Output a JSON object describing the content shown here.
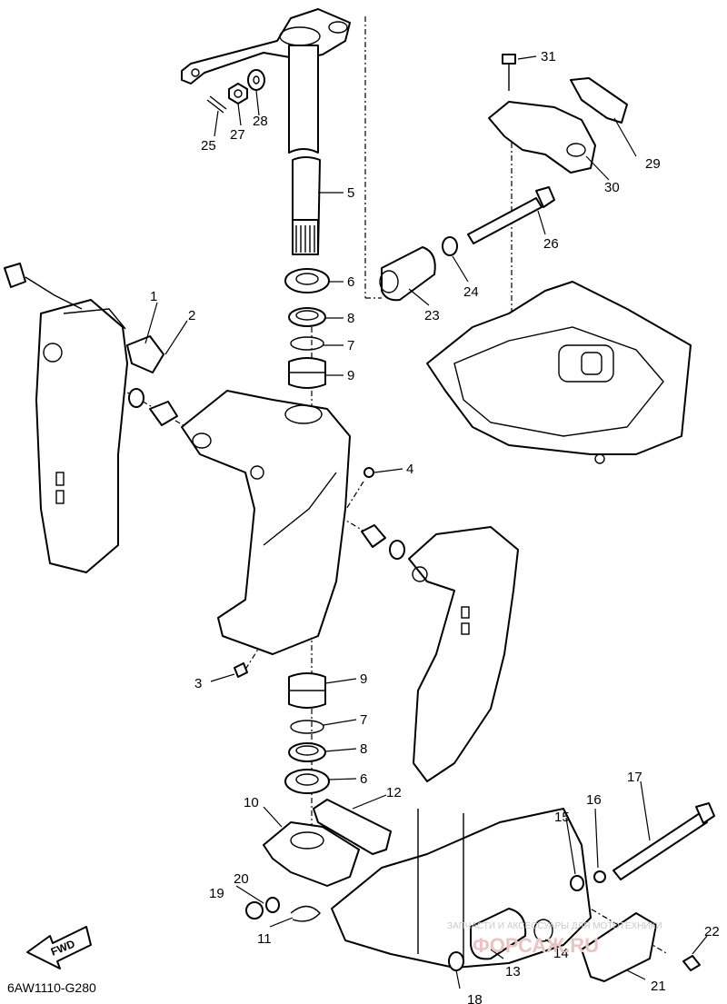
{
  "diagram_code": "6AW1110-G280",
  "fwd_label": "FWD",
  "watermark_top": "ЗАПЧАСТИ И АКСЕССУАРЫ ДЛЯ МОТОТЕХНИКИ",
  "watermark_brand": "ФОРСАЖ.RU",
  "callouts": [
    "1",
    "2",
    "3",
    "4",
    "5",
    "6",
    "7",
    "8",
    "9",
    "10",
    "11",
    "12",
    "13",
    "14",
    "15",
    "16",
    "17",
    "18",
    "19",
    "20",
    "21",
    "22",
    "23",
    "24",
    "25",
    "26",
    "27",
    "28",
    "29",
    "30",
    "31",
    "6",
    "7",
    "8",
    "9"
  ]
}
